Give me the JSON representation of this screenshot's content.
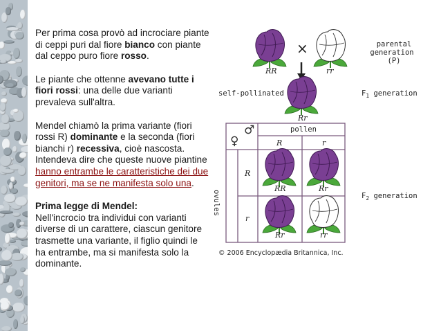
{
  "slide": {
    "paragraph1": {
      "pre": "Per prima cosa provò ad incrociare piante di ceppi puri dal fiore ",
      "bold1": "bianco",
      "mid": " con piante dal ceppo puro fiore ",
      "bold2": "rosso",
      "post": "."
    },
    "paragraph2": {
      "pre": "Le piante che ottenne ",
      "bold1": "avevano tutte i fiori rossi",
      "post": ": una delle due varianti prevaleva sull'altra."
    },
    "paragraph3": {
      "pre": "Mendel chiamò la prima variante (fiori rossi R) ",
      "bold1": "dominante",
      "mid": " e la seconda (fiori bianchi r) ",
      "bold2": "recessiva",
      "mid2": ", cioè nascosta. Intendeva dire che queste nuove piantine",
      "link": " hanno entrambe le caratteristiche dei due genitori, ma se ne manifesta solo una",
      "post": "."
    },
    "paragraph4": {
      "heading": "Prima legge di Mendel:",
      "body": "Nell'incrocio tra individui con varianti diverse di un carattere, ciascun genitore trasmette una variante, il figlio quindi le ha entrambe, ma si manifesta solo la dominante."
    }
  },
  "figure": {
    "cross_symbol": "×",
    "parent_left_label": "RR",
    "parent_right_label": "rr",
    "parental_line1": "parental",
    "parental_line2": "generation",
    "parental_line3": "(P)",
    "self_pollinated": "self-pollinated",
    "f1_label": "Rr",
    "f1_gen_prefix": "F",
    "f1_gen_sub": "1",
    "f1_gen_suffix": " generation",
    "pollen": "pollen",
    "ovules": "ovules",
    "male_symbol": "♂",
    "female_symbol": "♀",
    "pollen_R": "R",
    "pollen_r": "r",
    "ovule_R": "R",
    "ovule_r": "r",
    "cell_RR": "RR",
    "cell_Rr_top": "Rr",
    "cell_Rr_bottom": "Rr",
    "cell_rr": "rr",
    "f2_gen_prefix": "F",
    "f2_gen_sub": "2",
    "f2_gen_suffix": " generation",
    "copyright": "© 2006 Encyclopædia Britannica, Inc."
  },
  "colors": {
    "purple": "#7a3f93",
    "purple_dark": "#4a1f5e",
    "white_flower": "#ffffff",
    "leaf": "#4aa83a",
    "grid": "#7a5a7e",
    "link": "#8b1010"
  }
}
